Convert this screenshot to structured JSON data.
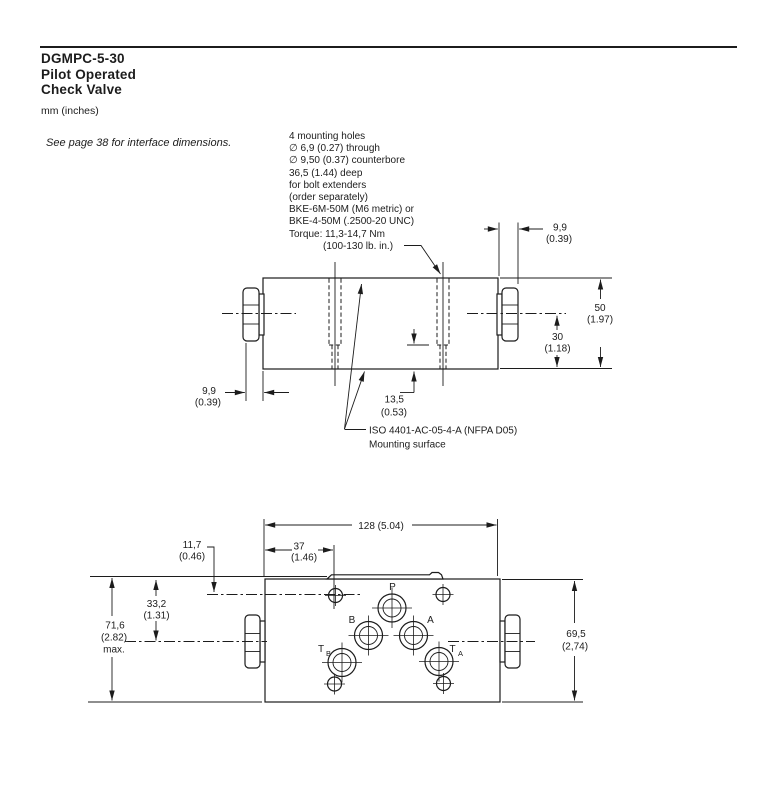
{
  "header": {
    "title_line1": "DGMPC-5-30",
    "title_line2": "Pilot Operated",
    "title_line3": "Check Valve",
    "units_note": "mm (inches)",
    "interface_note": "See page 38 for interface dimensions."
  },
  "mounting_note": {
    "lines": [
      "4 mounting holes",
      "∅ 6,9 (0.27) through",
      "∅ 9,50 (0.37) counterbore",
      "36,5 (1.44) deep",
      "for bolt extenders",
      "(order separately)",
      "BKE-6M-50M (M6 metric) or",
      "BKE-4-50M (.2500-20 UNC)",
      "Torque: 11,3-14,7 Nm"
    ],
    "torque_inlb": "(100-130 lb. in.)"
  },
  "side_view": {
    "dim_nut_protrusion_right": {
      "mm": "9,9",
      "in": "(0.39)"
    },
    "dim_height": {
      "mm": "50",
      "in": "(1.97)"
    },
    "dim_centerline_to_bottom": {
      "mm": "30",
      "in": "(1.18)"
    },
    "dim_nut_protrusion_left": {
      "mm": "9,9",
      "in": "(0.39)"
    },
    "dim_counterbore_to_bottom": {
      "mm": "13,5",
      "in": "(0.53)"
    },
    "mounting_surface_label_line1": "ISO 4401-AC-05-4-A (NFPA D05)",
    "mounting_surface_label_line2": "Mounting surface"
  },
  "top_view": {
    "dim_overall_length": "128 (5.04)",
    "dim_edge_to_first_hole": {
      "mm": "37",
      "in": "(1.46)"
    },
    "dim_top_to_hole_row": {
      "mm": "11,7",
      "in": "(0.46)"
    },
    "dim_top_to_centerline": {
      "mm": "33,2",
      "in": "(1.31)"
    },
    "dim_overall_height_max": {
      "mm": "71,6",
      "in": "(2.82)",
      "suffix": "max."
    },
    "dim_body_height": {
      "mm": "69,5",
      "in": "(2,74)"
    },
    "port_labels": {
      "p": "P",
      "b": "B",
      "a": "A",
      "t": "T",
      "t_left_sub": "B",
      "t_right_sub": "A"
    }
  },
  "colors": {
    "background": "#ffffff",
    "line": "#1c1c1c",
    "text": "#1c1c1c"
  }
}
